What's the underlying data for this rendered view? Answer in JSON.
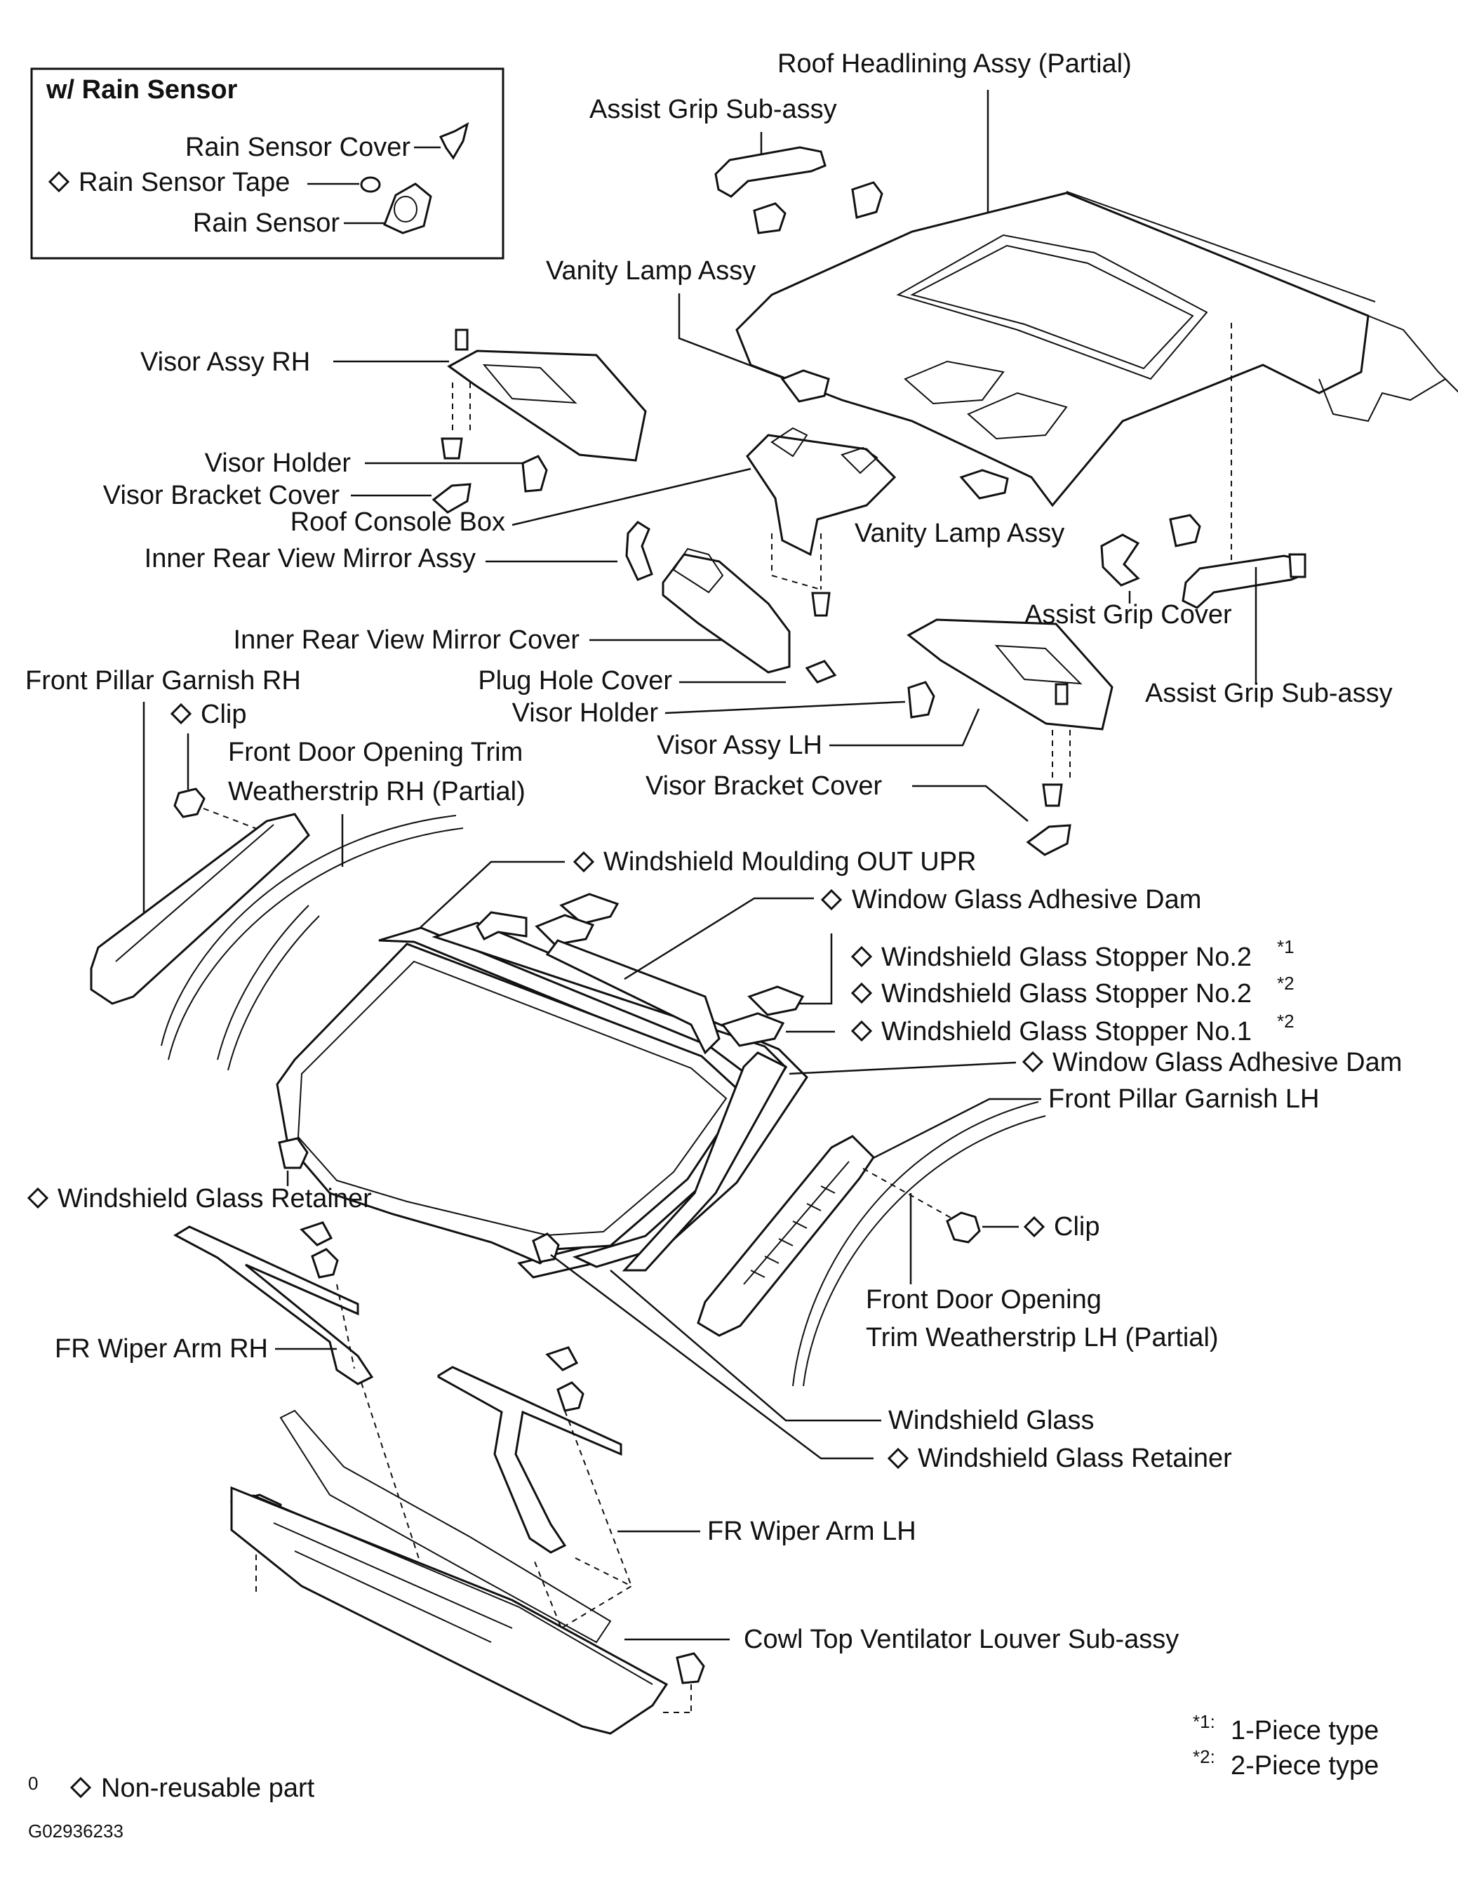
{
  "inset": {
    "title": "w/ Rain Sensor",
    "rain_sensor_cover": "Rain Sensor Cover",
    "rain_sensor_tape": "Rain Sensor Tape",
    "rain_sensor": "Rain Sensor"
  },
  "labels": {
    "roof_headlining": "Roof Headlining Assy (Partial)",
    "assist_grip_top": "Assist Grip Sub-assy",
    "vanity_lamp_top": "Vanity Lamp Assy",
    "visor_assy_rh": "Visor Assy RH",
    "visor_holder_left": "Visor Holder",
    "visor_bracket_cover_left": "Visor Bracket Cover",
    "roof_console_box": "Roof Console Box",
    "vanity_lamp_mid": "Vanity Lamp Assy",
    "inner_mirror_assy": "Inner Rear View Mirror Assy",
    "assist_grip_cover": "Assist Grip Cover",
    "inner_mirror_cover": "Inner Rear View Mirror Cover",
    "assist_grip_right": "Assist Grip Sub-assy",
    "plug_hole_cover": "Plug Hole Cover",
    "front_pillar_garnish_rh": "Front Pillar Garnish RH",
    "visor_holder_mid": "Visor Holder",
    "clip_rh": "Clip",
    "visor_assy_lh": "Visor Assy LH",
    "fr_door_trim_rh_1": "Front Door Opening Trim",
    "fr_door_trim_rh_2": "Weatherstrip RH (Partial)",
    "visor_bracket_cover_mid": "Visor Bracket Cover",
    "windshield_moulding": "Windshield Moulding OUT UPR",
    "adhesive_dam_top": "Window Glass Adhesive Dam",
    "stopper_no2_a": "Windshield Glass Stopper No.2",
    "stopper_no2_b": "Windshield Glass Stopper No.2",
    "stopper_no1": "Windshield Glass Stopper No.1",
    "adhesive_dam_bottom": "Window Glass Adhesive Dam",
    "front_pillar_garnish_lh": "Front Pillar Garnish LH",
    "glass_retainer_left": "Windshield Glass Retainer",
    "clip_lh": "Clip",
    "fr_door_trim_lh_1": "Front Door Opening",
    "fr_door_trim_lh_2": "Trim Weatherstrip LH (Partial)",
    "fr_wiper_arm_rh": "FR Wiper Arm RH",
    "windshield_glass": "Windshield Glass",
    "glass_retainer_right": "Windshield Glass Retainer",
    "fr_wiper_arm_lh": "FR Wiper Arm LH",
    "cowl_louver": "Cowl Top Ventilator Louver Sub-assy"
  },
  "superscripts": {
    "s1": "*1",
    "s2": "*2"
  },
  "notes": {
    "note1_mark": "*1:",
    "note1_text": "1-Piece type",
    "note2_mark": "*2:",
    "note2_text": "2-Piece type",
    "legend_zero": "0",
    "legend_text": "Non-reusable part",
    "figure_code": "G02936233"
  },
  "symbols": {
    "non_reusable_marker": "diamond"
  }
}
